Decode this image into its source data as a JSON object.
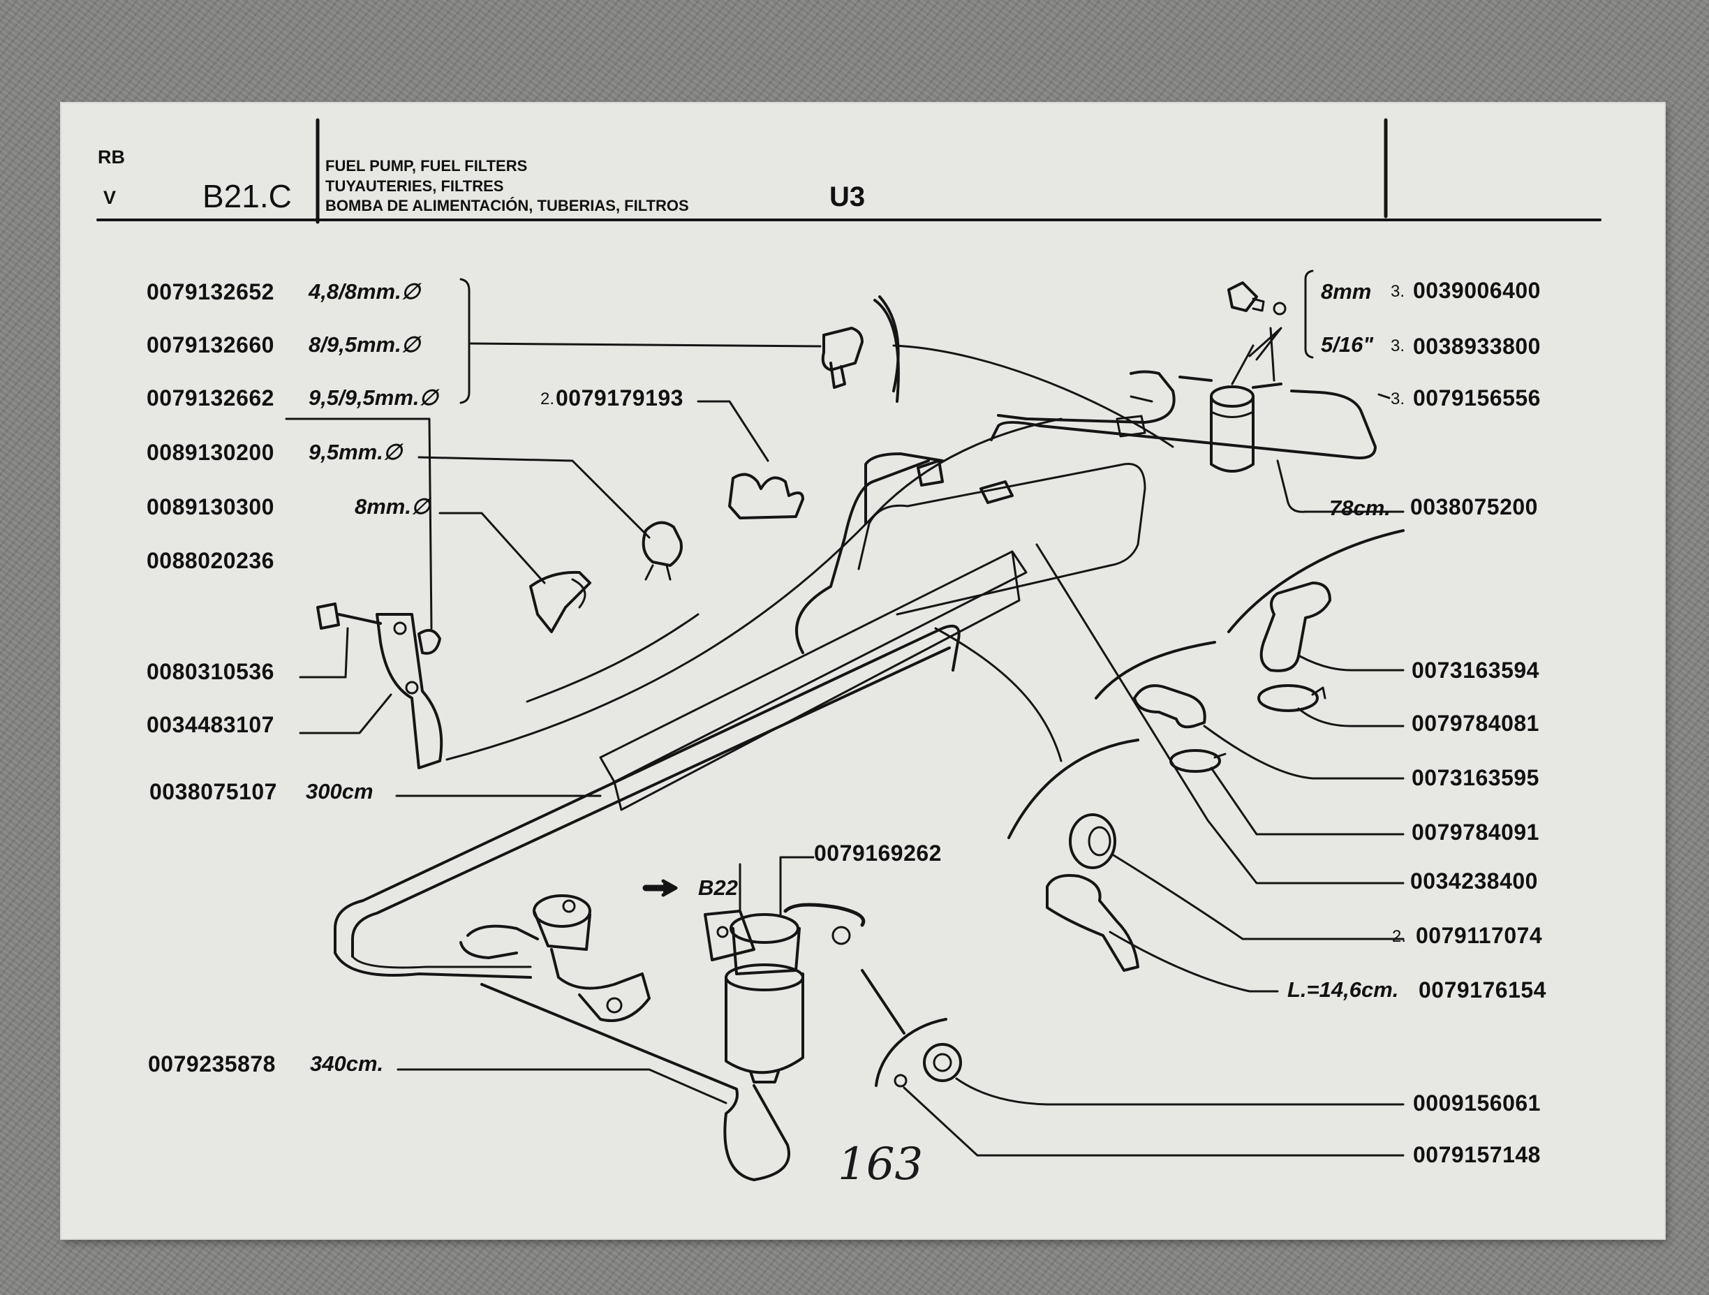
{
  "header": {
    "code_top": "RB",
    "code_bottom": "V",
    "section_ref": "B21.C",
    "title_en": "FUEL PUMP, FUEL FILTERS",
    "title_fr": "TUYAUTERIES, FILTRES",
    "title_es": "BOMBA DE ALIMENTACIÓN, TUBERIAS, FILTROS",
    "group": "U3"
  },
  "left_labels": [
    {
      "part": "0079132652",
      "spec": "4,8/8mm.∅"
    },
    {
      "part": "0079132660",
      "spec": "8/9,5mm.∅"
    },
    {
      "part": "0079132662",
      "spec": "9,5/9,5mm.∅"
    },
    {
      "part": "0089130200",
      "spec": "9,5mm.∅"
    },
    {
      "part": "0089130300",
      "spec": "8mm.∅"
    },
    {
      "part": "0088020236",
      "spec": ""
    },
    {
      "part": "0080310536",
      "spec": ""
    },
    {
      "part": "0034483107",
      "spec": ""
    },
    {
      "part": "0038075107",
      "spec": "300cm"
    },
    {
      "part": "0079235878",
      "spec": "340cm."
    }
  ],
  "center_labels": {
    "clip_qty": "2.",
    "clip_part": "0079179193",
    "filter_part": "0079169262",
    "ref_arrow": "B22",
    "page_number": "163"
  },
  "right_labels": [
    {
      "qty": "3.",
      "spec": "8mm",
      "part": "0039006400"
    },
    {
      "qty": "3.",
      "spec": "5/16\"",
      "part": "0038933800"
    },
    {
      "qty": "3.",
      "spec": "",
      "part": "0079156556"
    },
    {
      "qty": "",
      "spec": "78cm.",
      "part": "0038075200"
    },
    {
      "qty": "",
      "spec": "",
      "part": "0073163594"
    },
    {
      "qty": "",
      "spec": "",
      "part": "0079784081"
    },
    {
      "qty": "",
      "spec": "",
      "part": "0073163595"
    },
    {
      "qty": "",
      "spec": "",
      "part": "0079784091"
    },
    {
      "qty": "",
      "spec": "",
      "part": "0034238400"
    },
    {
      "qty": "2.",
      "spec": "",
      "part": "0079117074"
    },
    {
      "qty": "",
      "spec": "L.=14,6cm.",
      "part": "0079176154"
    },
    {
      "qty": "",
      "spec": "",
      "part": "0009156061"
    },
    {
      "qty": "",
      "spec": "",
      "part": "0079157148"
    }
  ]
}
